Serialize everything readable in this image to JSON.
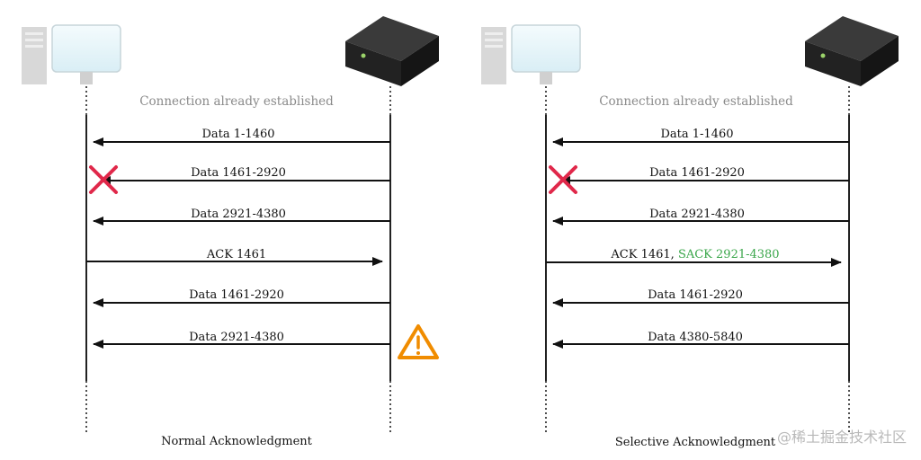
{
  "colors": {
    "arrow": "#111111",
    "lost_mark": "#e0284a",
    "warning": "#f08c00",
    "sack_text": "#3aa64a",
    "status_text": "#8a8a8a"
  },
  "icons": {
    "client": "desktop-computer-icon",
    "server": "server-box-icon",
    "lost": "red-x-icon",
    "warning": "warning-triangle-icon"
  },
  "panels": [
    {
      "id": "normal",
      "caption": "Normal Acknowledgment",
      "status": "Connection already established",
      "messages": [
        {
          "label": "Data 1-1460",
          "dir": "to-client",
          "lost": false
        },
        {
          "label": "Data 1461-2920",
          "dir": "to-client",
          "lost": true
        },
        {
          "label": "Data 2921-4380",
          "dir": "to-client",
          "lost": false
        },
        {
          "label": "ACK 1461",
          "dir": "to-server",
          "lost": false
        },
        {
          "label": "Data 1461-2920",
          "dir": "to-client",
          "lost": false
        },
        {
          "label": "Data 2921-4380",
          "dir": "to-client",
          "lost": false,
          "warning": true
        }
      ]
    },
    {
      "id": "selective",
      "caption": "Selective Acknowledgment",
      "status": "Connection already established",
      "messages": [
        {
          "label": "Data 1-1460",
          "dir": "to-client",
          "lost": false
        },
        {
          "label": "Data 1461-2920",
          "dir": "to-client",
          "lost": true
        },
        {
          "label": "Data 2921-4380",
          "dir": "to-client",
          "lost": false
        },
        {
          "label": "ACK 1461, ",
          "sack": "SACK 2921-4380",
          "dir": "to-server",
          "lost": false
        },
        {
          "label": "Data 1461-2920",
          "dir": "to-client",
          "lost": false
        },
        {
          "label": "Data 4380-5840",
          "dir": "to-client",
          "lost": false
        }
      ]
    }
  ],
  "watermark": "@稀土掘金技术社区"
}
